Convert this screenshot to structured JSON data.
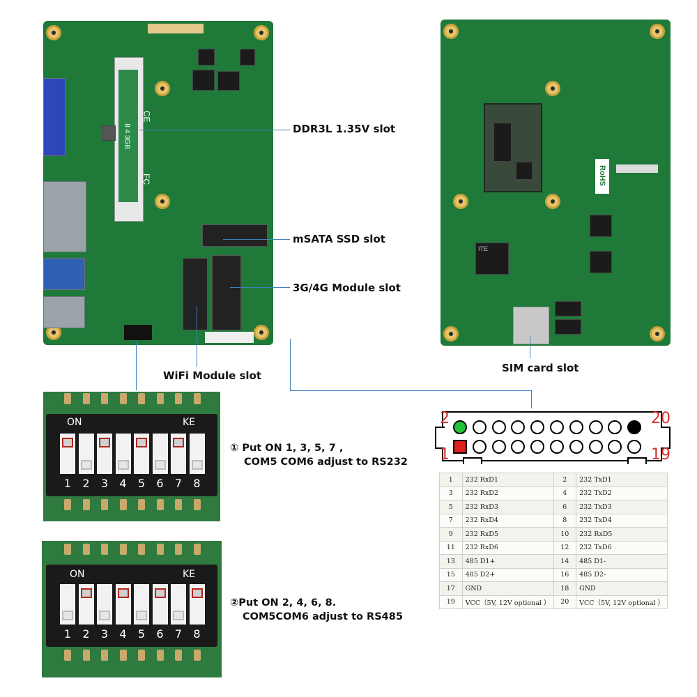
{
  "labels": {
    "ddr": "DDR3L 1.35V slot",
    "msata": "mSATA SSD slot",
    "module": "3G/4G Module slot",
    "wifi": "WiFi Module slot",
    "sim": "SIM card slot"
  },
  "board_marks": {
    "ram": "8 4 3GB",
    "rohs": "RoHS",
    "ce": "CE",
    "fc": "FC",
    "ite": "ITE"
  },
  "dip1": {
    "on_label": "ON",
    "ke_label": "KE",
    "numbers": [
      "1",
      "2",
      "3",
      "4",
      "5",
      "6",
      "7",
      "8"
    ],
    "on_switches": [
      1,
      3,
      5,
      7
    ],
    "note_line1": "① Put ON 1, 3, 5, 7 ,",
    "note_line2": "COM5 COM6 adjust to RS232"
  },
  "dip2": {
    "on_label": "ON",
    "ke_label": "KE",
    "numbers": [
      "1",
      "2",
      "3",
      "4",
      "5",
      "6",
      "7",
      "8"
    ],
    "on_switches": [
      2,
      4,
      6,
      8
    ],
    "note_line1": "②Put ON 2, 4, 6, 8.",
    "note_line2": "COM5COM6 adjust to RS485"
  },
  "connector": {
    "pin_top_left": "2",
    "pin_top_right": "20",
    "pin_bottom_left": "1",
    "pin_bottom_right": "19",
    "colors": {
      "pin2": "#22c43a",
      "pin1": "#e0201c",
      "pin20": "#000000"
    }
  },
  "pin_table": [
    [
      "1",
      "232 RxD1",
      "2",
      "232 TxD1"
    ],
    [
      "3",
      "232 RxD2",
      "4",
      "232 TxD2"
    ],
    [
      "5",
      "232 RxD3",
      "6",
      "232 TxD3"
    ],
    [
      "7",
      "232 RxD4",
      "8",
      "232 TxD4"
    ],
    [
      "9",
      "232 RxD5",
      "10",
      "232 RxD5"
    ],
    [
      "11",
      "232 RxD6",
      "12",
      "232 TxD6"
    ],
    [
      "13",
      "485 D1+",
      "14",
      "485 D1-"
    ],
    [
      "15",
      "485 D2+",
      "16",
      "485 D2-"
    ],
    [
      "17",
      "GND",
      "18",
      "GND"
    ],
    [
      "19",
      "VCC（5V, 12V optional ）",
      "20",
      "VCC（5V, 12V optional ）"
    ]
  ],
  "colors": {
    "pcb": "#1f7a3a",
    "leader": "#3d7fbf",
    "highlight": "#b3261e"
  }
}
